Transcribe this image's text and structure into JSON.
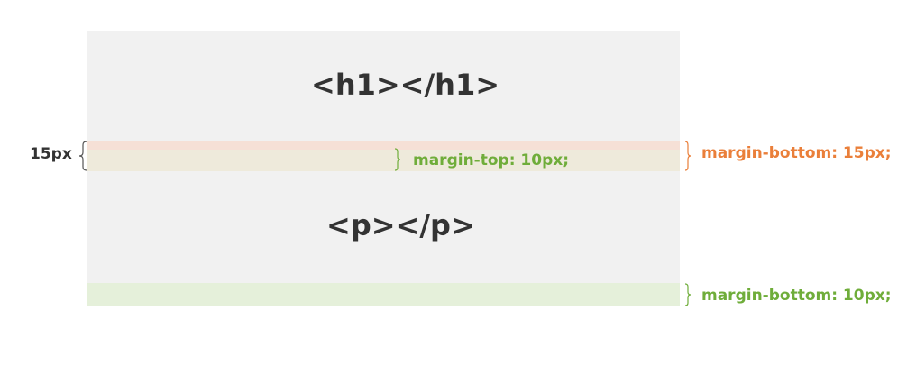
{
  "elements": {
    "h1_tag": "<h1></h1>",
    "p_tag": "<p></p>"
  },
  "annotations": {
    "collapsed_margin": "15px",
    "margin_top": "margin-top: 10px;",
    "h1_margin_bottom": "margin-bottom: 15px;",
    "p_margin_bottom": "margin-bottom: 10px;"
  },
  "colors": {
    "element_bg": "#f1f1f1",
    "orange_margin": "#f6e0d6",
    "overlap_margin": "#eeeadb",
    "green_margin": "#e5f0da",
    "orange_text": "#ea7f3a",
    "green_text": "#6fad3a",
    "dark_text": "#333333"
  }
}
